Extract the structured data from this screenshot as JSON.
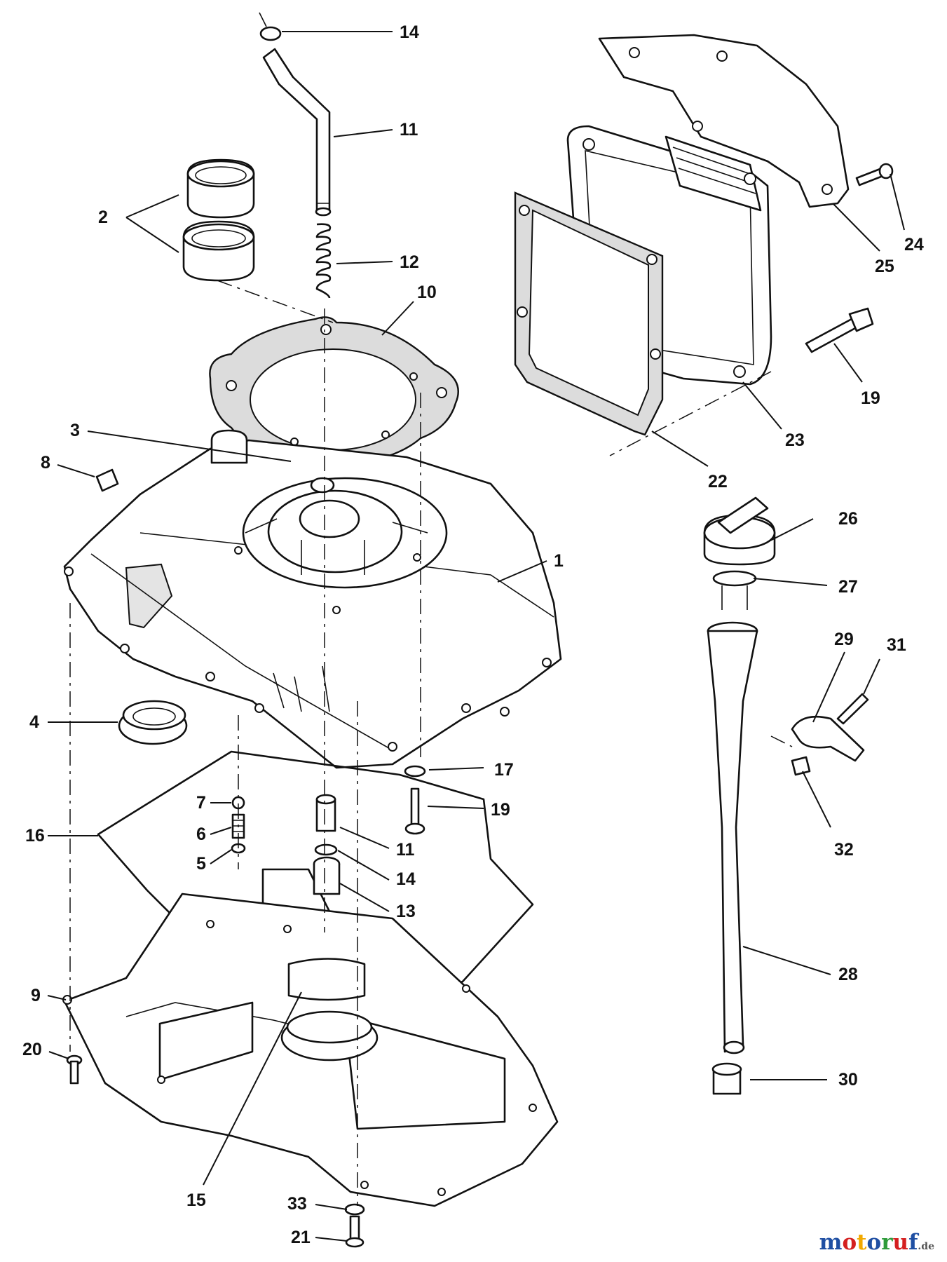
{
  "diagram": {
    "callouts": [
      {
        "id": "c14a",
        "label": "14"
      },
      {
        "id": "c11a",
        "label": "11"
      },
      {
        "id": "c2",
        "label": "2"
      },
      {
        "id": "c12",
        "label": "12"
      },
      {
        "id": "c10",
        "label": "10"
      },
      {
        "id": "c3",
        "label": "3"
      },
      {
        "id": "c8",
        "label": "8"
      },
      {
        "id": "c1",
        "label": "1"
      },
      {
        "id": "c4",
        "label": "4"
      },
      {
        "id": "c17",
        "label": "17"
      },
      {
        "id": "c19a",
        "label": "19"
      },
      {
        "id": "c7",
        "label": "7"
      },
      {
        "id": "c6",
        "label": "6"
      },
      {
        "id": "c16",
        "label": "16"
      },
      {
        "id": "c11b",
        "label": "11"
      },
      {
        "id": "c5",
        "label": "5"
      },
      {
        "id": "c14b",
        "label": "14"
      },
      {
        "id": "c13",
        "label": "13"
      },
      {
        "id": "c9",
        "label": "9"
      },
      {
        "id": "c20",
        "label": "20"
      },
      {
        "id": "c15",
        "label": "15"
      },
      {
        "id": "c33",
        "label": "33"
      },
      {
        "id": "c21",
        "label": "21"
      },
      {
        "id": "c24",
        "label": "24"
      },
      {
        "id": "c25",
        "label": "25"
      },
      {
        "id": "c19b",
        "label": "19"
      },
      {
        "id": "c23",
        "label": "23"
      },
      {
        "id": "c22",
        "label": "22"
      },
      {
        "id": "c26",
        "label": "26"
      },
      {
        "id": "c27",
        "label": "27"
      },
      {
        "id": "c29",
        "label": "29"
      },
      {
        "id": "c31",
        "label": "31"
      },
      {
        "id": "c32",
        "label": "32"
      },
      {
        "id": "c28",
        "label": "28"
      },
      {
        "id": "c30",
        "label": "30"
      }
    ]
  },
  "watermark": {
    "letters": [
      "m",
      "o",
      "t",
      "o",
      "r",
      "u",
      "f"
    ],
    "colors": [
      "#1f4fa3",
      "#d42020",
      "#f2a900",
      "#1f4fa3",
      "#2e9b3a",
      "#d42020",
      "#1f4fa3"
    ],
    "suffix": ".de"
  }
}
